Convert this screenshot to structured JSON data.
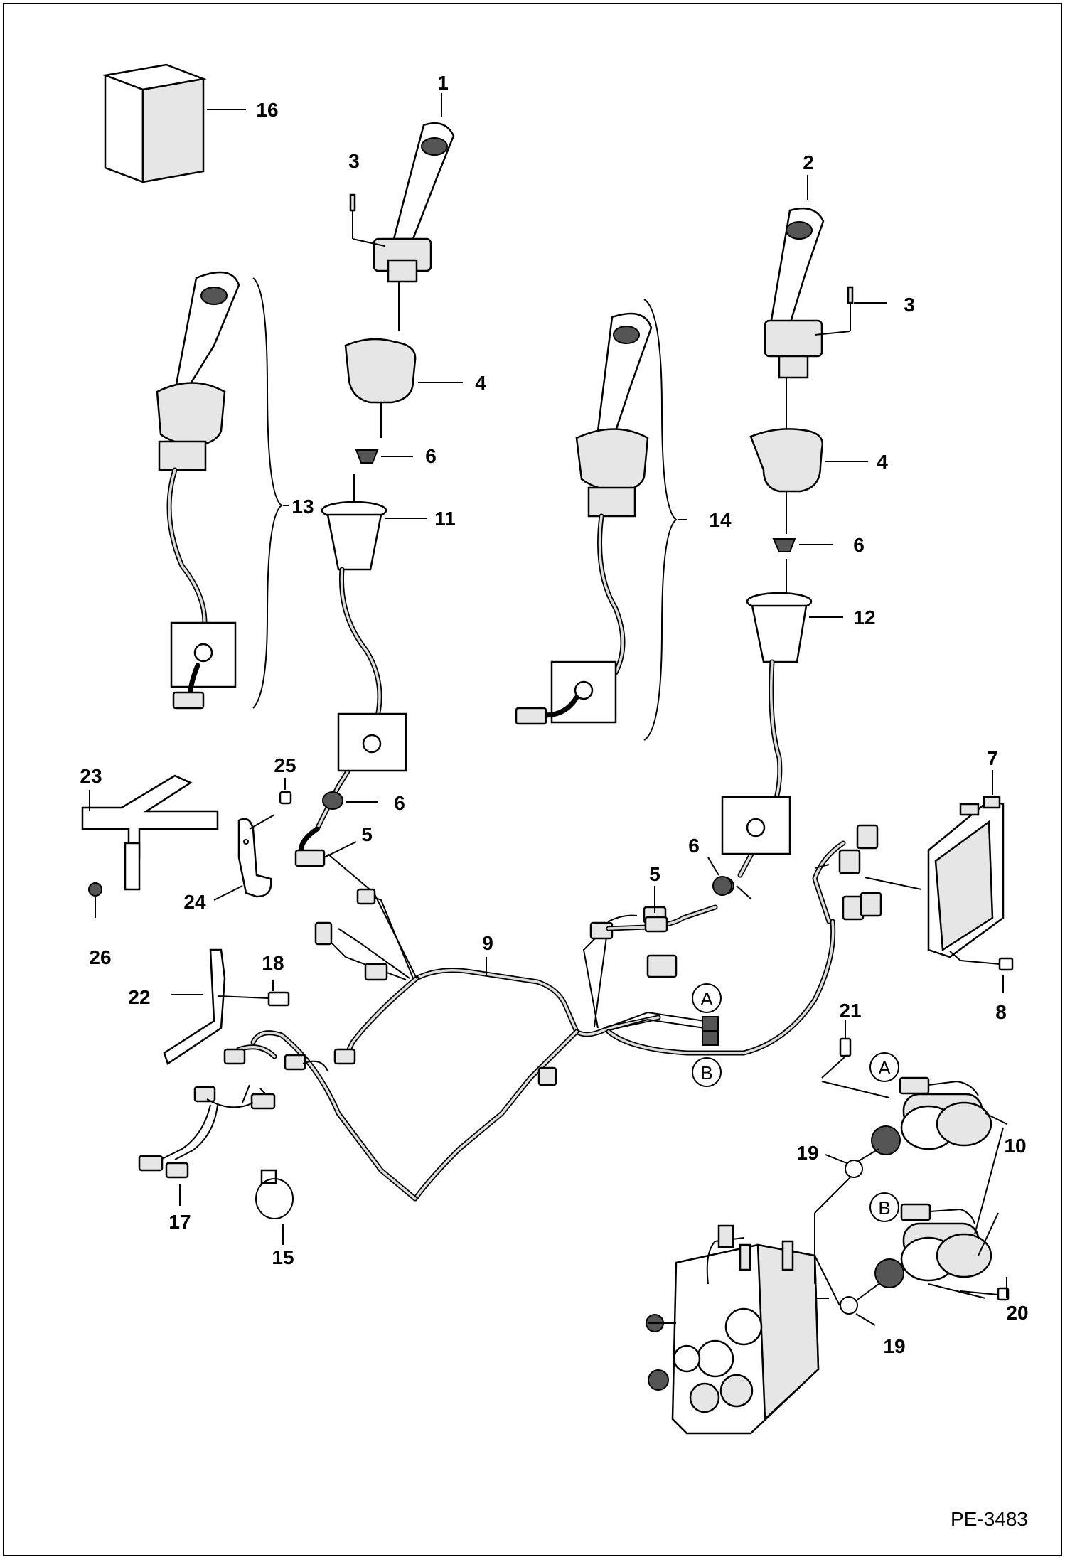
{
  "callouts": {
    "c1": "1",
    "c2": "2",
    "c3a": "3",
    "c3b": "3",
    "c4a": "4",
    "c4b": "4",
    "c5a": "5",
    "c5b": "5",
    "c6a": "6",
    "c6b": "6",
    "c6c": "6",
    "c6d": "6",
    "c7": "7",
    "c8": "8",
    "c9": "9",
    "c10": "10",
    "c11": "11",
    "c12": "12",
    "c13": "13",
    "c14": "14",
    "c15": "15",
    "c16": "16",
    "c17": "17",
    "c18": "18",
    "c19a": "19",
    "c19b": "19",
    "c20": "20",
    "c21": "21",
    "c22": "22",
    "c23": "23",
    "c24": "24",
    "c25": "25",
    "c26": "26"
  },
  "connectors": {
    "a1": "A",
    "a2": "A",
    "b1": "B",
    "b2": "B"
  },
  "drawing_number": "PE-3483"
}
